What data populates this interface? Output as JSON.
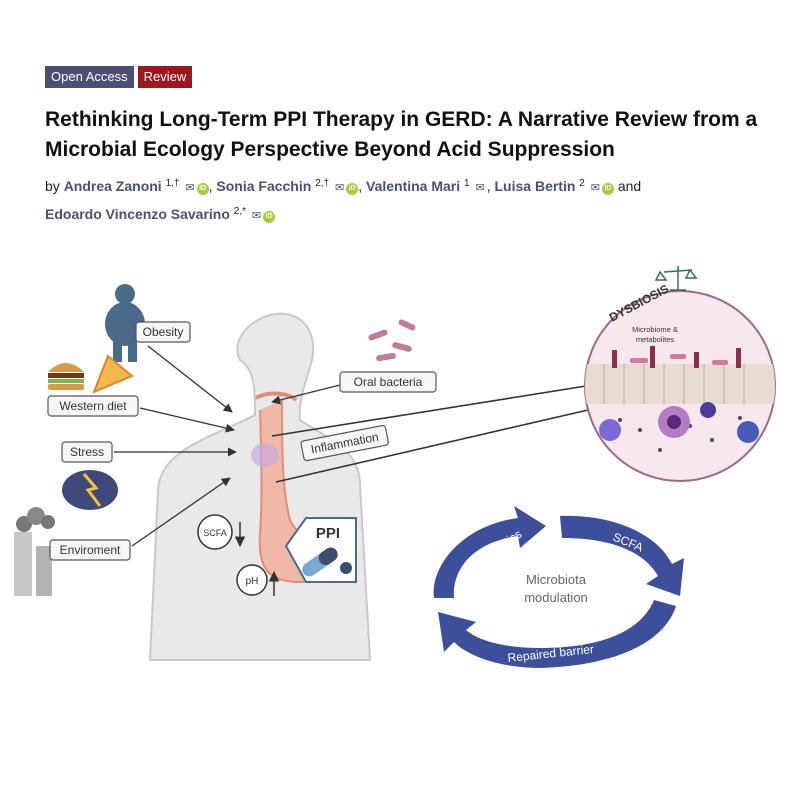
{
  "badges": {
    "open_access": "Open Access",
    "review": "Review"
  },
  "title": "Rethinking Long-Term PPI Therapy in GERD: A Narrative Review from a Microbial Ecology Perspective Beyond Acid Suppression",
  "byline": {
    "by": "by",
    "and": "and",
    "authors": [
      {
        "name": "Andrea Zanoni",
        "sup": "1,†"
      },
      {
        "name": "Sonia Facchin",
        "sup": "2,†"
      },
      {
        "name": "Valentina Mari",
        "sup": "1"
      },
      {
        "name": "Luisa Bertin",
        "sup": "2"
      },
      {
        "name": "Edoardo Vincenzo Savarino",
        "sup": "2,*"
      }
    ],
    "orcid_text": "iD"
  },
  "figure": {
    "factors": {
      "obesity": "Obesity",
      "western_diet": "Western diet",
      "stress": "Stress",
      "environment": "Enviroment"
    },
    "oral_bacteria": "Oral bacteria",
    "inflammation": "Inflammation",
    "scfa_body": "SCFA",
    "ph": "pH",
    "ppi": "PPI",
    "dysbiosis": "DYSBIOSIS",
    "microbiome_line1": "Microbiome &",
    "microbiome_line2": "metabolites",
    "cycle": {
      "probiotics": "Probiotics",
      "scfa": "SCFA",
      "repaired_barrier": "Repaired barrier",
      "center_line1": "Microbiota",
      "center_line2": "modulation"
    }
  },
  "colors": {
    "brand_navy": "#4a4f73",
    "review_red": "#a0161f",
    "cycle_blue": "#3d4f9a",
    "orcid_green": "#a6ce39"
  }
}
